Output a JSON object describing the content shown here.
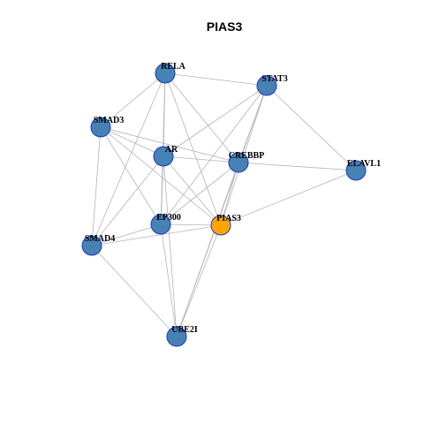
{
  "title": "PIAS3",
  "colors": {
    "node_fill": "#4682b4",
    "focus_fill": "#ffa500",
    "node_border": "#1f35c8",
    "edge": "#b4b4b4"
  },
  "nodes": [
    {
      "id": "RELA",
      "label": "RELA",
      "focus": false
    },
    {
      "id": "STAT3",
      "label": "STAT3",
      "focus": false
    },
    {
      "id": "SMAD3",
      "label": "SMAD3",
      "focus": false
    },
    {
      "id": "AR",
      "label": "AR",
      "focus": false
    },
    {
      "id": "CREBBP",
      "label": "CREBBP",
      "focus": false
    },
    {
      "id": "ELAVL1",
      "label": "ELAVL1",
      "focus": false
    },
    {
      "id": "EP300",
      "label": "EP300",
      "focus": false
    },
    {
      "id": "PIAS3",
      "label": "PIAS3",
      "focus": true
    },
    {
      "id": "SMAD4",
      "label": "SMAD4",
      "focus": false
    },
    {
      "id": "UBE2I",
      "label": "UBE2I",
      "focus": false
    }
  ],
  "edges": [
    [
      "RELA",
      "STAT3"
    ],
    [
      "RELA",
      "SMAD3"
    ],
    [
      "RELA",
      "AR"
    ],
    [
      "RELA",
      "CREBBP"
    ],
    [
      "RELA",
      "EP300"
    ],
    [
      "RELA",
      "PIAS3"
    ],
    [
      "RELA",
      "SMAD4"
    ],
    [
      "STAT3",
      "AR"
    ],
    [
      "STAT3",
      "CREBBP"
    ],
    [
      "STAT3",
      "ELAVL1"
    ],
    [
      "STAT3",
      "EP300"
    ],
    [
      "STAT3",
      "PIAS3"
    ],
    [
      "STAT3",
      "UBE2I"
    ],
    [
      "SMAD3",
      "AR"
    ],
    [
      "SMAD3",
      "CREBBP"
    ],
    [
      "SMAD3",
      "EP300"
    ],
    [
      "SMAD3",
      "PIAS3"
    ],
    [
      "SMAD3",
      "SMAD4"
    ],
    [
      "AR",
      "CREBBP"
    ],
    [
      "AR",
      "EP300"
    ],
    [
      "AR",
      "PIAS3"
    ],
    [
      "AR",
      "SMAD4"
    ],
    [
      "AR",
      "UBE2I"
    ],
    [
      "CREBBP",
      "ELAVL1"
    ],
    [
      "CREBBP",
      "EP300"
    ],
    [
      "CREBBP",
      "PIAS3"
    ],
    [
      "CREBBP",
      "UBE2I"
    ],
    [
      "ELAVL1",
      "PIAS3"
    ],
    [
      "EP300",
      "PIAS3"
    ],
    [
      "EP300",
      "SMAD4"
    ],
    [
      "EP300",
      "UBE2I"
    ],
    [
      "PIAS3",
      "SMAD4"
    ],
    [
      "PIAS3",
      "UBE2I"
    ],
    [
      "SMAD4",
      "UBE2I"
    ]
  ]
}
